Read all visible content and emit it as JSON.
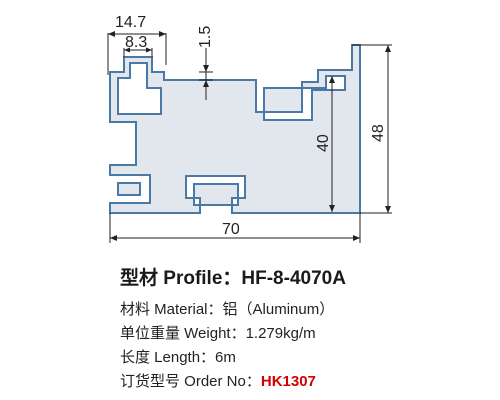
{
  "drawing": {
    "dimensions": {
      "top_width": "14.7",
      "slot_width": "8.3",
      "wall_thickness": "1.5",
      "inner_height": "40",
      "total_height": "48",
      "total_width": "70"
    },
    "colors": {
      "profile_fill": "#e2e7ed",
      "profile_stroke": "#4a79a6",
      "dimension_line": "#222222"
    }
  },
  "title": "型材 Profile：HF-8-4070A",
  "specs": {
    "material": "材料 Material：铝（Aluminum）",
    "weight": "单位重量 Weight：1.279kg/m",
    "length": "长度 Length：6m",
    "order_label": "订货型号 Order No：",
    "order_code": "HK1307",
    "order_code_color": "#d40000"
  }
}
